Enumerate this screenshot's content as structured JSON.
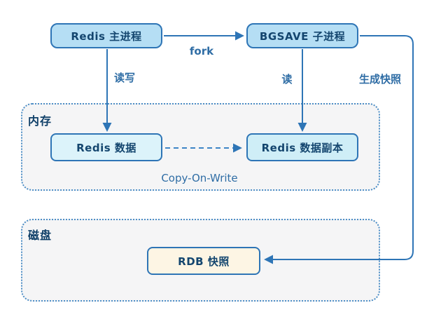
{
  "diagram": {
    "nodes": {
      "main_process": {
        "label": "Redis 主进程"
      },
      "bgsave_process": {
        "label": "BGSAVE 子进程"
      },
      "redis_data": {
        "label": "Redis 数据"
      },
      "redis_data_copy": {
        "label": "Redis 数据副本"
      },
      "rdb_snapshot": {
        "label": "RDB 快照"
      }
    },
    "containers": {
      "memory": {
        "label": "内存"
      },
      "disk": {
        "label": "磁盘"
      }
    },
    "edges": {
      "fork": {
        "label": "fork"
      },
      "read_write": {
        "label": "读写"
      },
      "read": {
        "label": "读"
      },
      "generate_snapshot": {
        "label": "生成快照"
      },
      "copy_on_write": {
        "label": "Copy-On-Write"
      }
    },
    "colors": {
      "line_blue": "#2e75b6",
      "container_border_blue": "#4d8ec6",
      "container_fill_gray": "#f5f5f6",
      "process_box_fill": "#b5def4",
      "data_box_fill": "#dcf3fa",
      "data_copy_box_fill": "#cfeef7",
      "rdb_box_fill": "#fdf5e4",
      "node_text": "#14466f",
      "edge_label_text": "#2f6da5"
    }
  }
}
